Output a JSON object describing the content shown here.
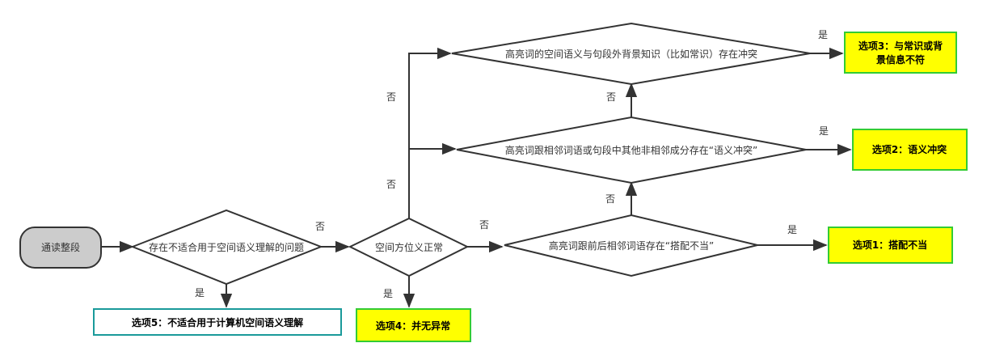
{
  "nodes": {
    "start": "通读整段",
    "q1": "存在不适合用于空间语义理解的问题",
    "q2": "空间方位义正常",
    "q3": "高亮词跟前后相邻词语存在“搭配不当”",
    "q4": "高亮词跟相邻词语或句段中其他非相邻成分存在“语义冲突”",
    "q5": "高亮词的空间语义与句段外背景知识（比如常识）存在冲突"
  },
  "options": {
    "opt1": "选项1：搭配不当",
    "opt2": "选项2：语义冲突",
    "opt3_line1": "选项3：与常识或背",
    "opt3_line2": "景信息不符",
    "opt4": "选项4：并无异常",
    "opt5": "选项5：不适合用于计算机空间语义理解"
  },
  "edges": {
    "yes": "是",
    "no": "否"
  },
  "colors": {
    "highlight_fill": "#ffff00",
    "highlight_border": "#33cc33",
    "teal_border": "#1a9a9a",
    "start_fill": "#cccccc",
    "stroke": "#333333"
  }
}
